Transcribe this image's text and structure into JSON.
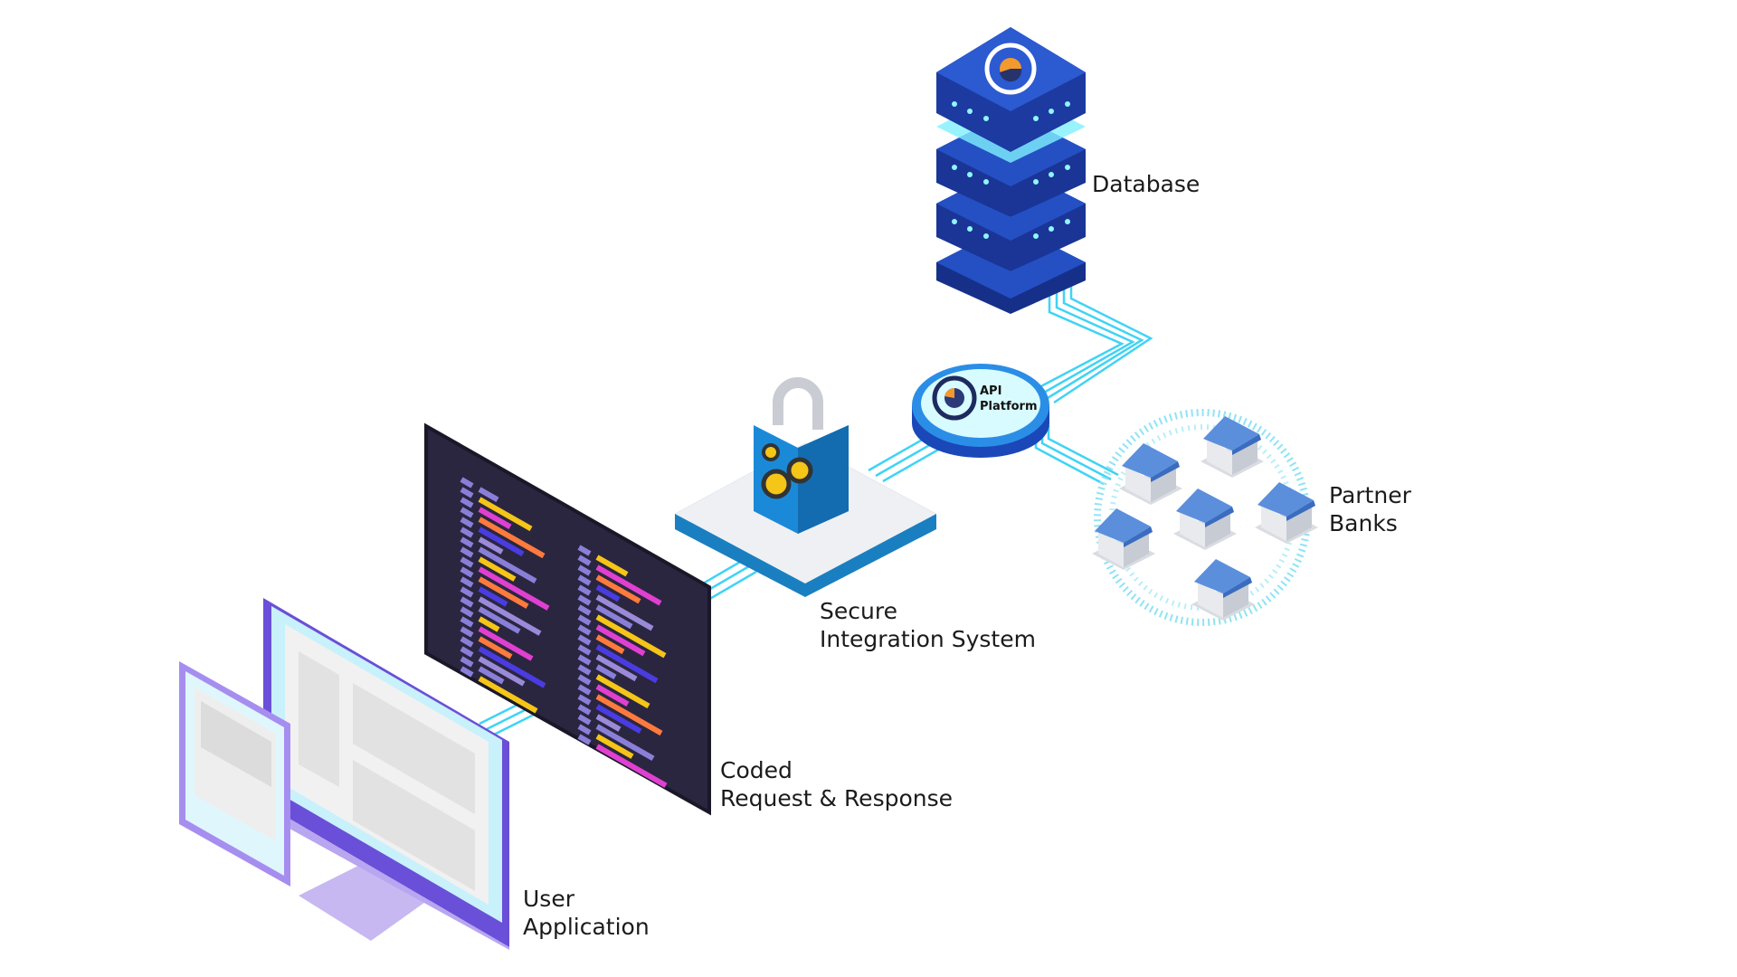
{
  "labels": {
    "database": "Database",
    "api_platform": [
      "API",
      "Platform"
    ],
    "secure": [
      "Secure",
      "Integration System"
    ],
    "coded": [
      "Coded",
      "Request & Response"
    ],
    "user_app": [
      "User",
      "Application"
    ],
    "partner_banks": [
      "Partner",
      "Banks"
    ]
  },
  "colors": {
    "connector": "#3fd3f5",
    "database": "#1e3fa8",
    "database_glow": "#7ff0ff",
    "code_screen": "#2a2640",
    "monitor": "#6a4fd8",
    "bank_roof": "#5b8fdc",
    "lock": "#1a8ad8"
  }
}
